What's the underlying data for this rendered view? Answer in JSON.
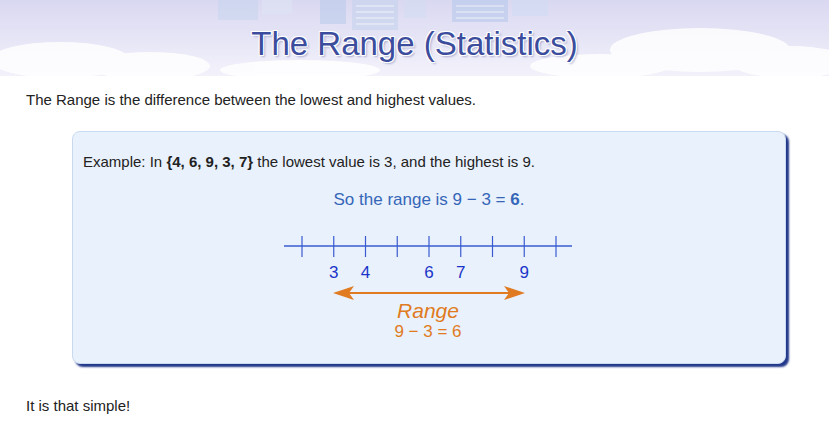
{
  "diagram": {
    "title": "The Range (Statistics)",
    "nodes": [
      {
        "text": [
          "Example: In",
          "{4, 6, 9, 3, 7}",
          "the lowest value is 3, and the highest is 9.",
          "So the range is 9 − 3 =",
          "6",
          "."
        ]
      }
    ],
    "labels": [
      "The Range is the difference between the lowest and highest values.",
      "3",
      "4",
      "6",
      "7",
      "9",
      "Range",
      "9 − 3 = 6",
      "It is that simple!"
    ]
  }
}
